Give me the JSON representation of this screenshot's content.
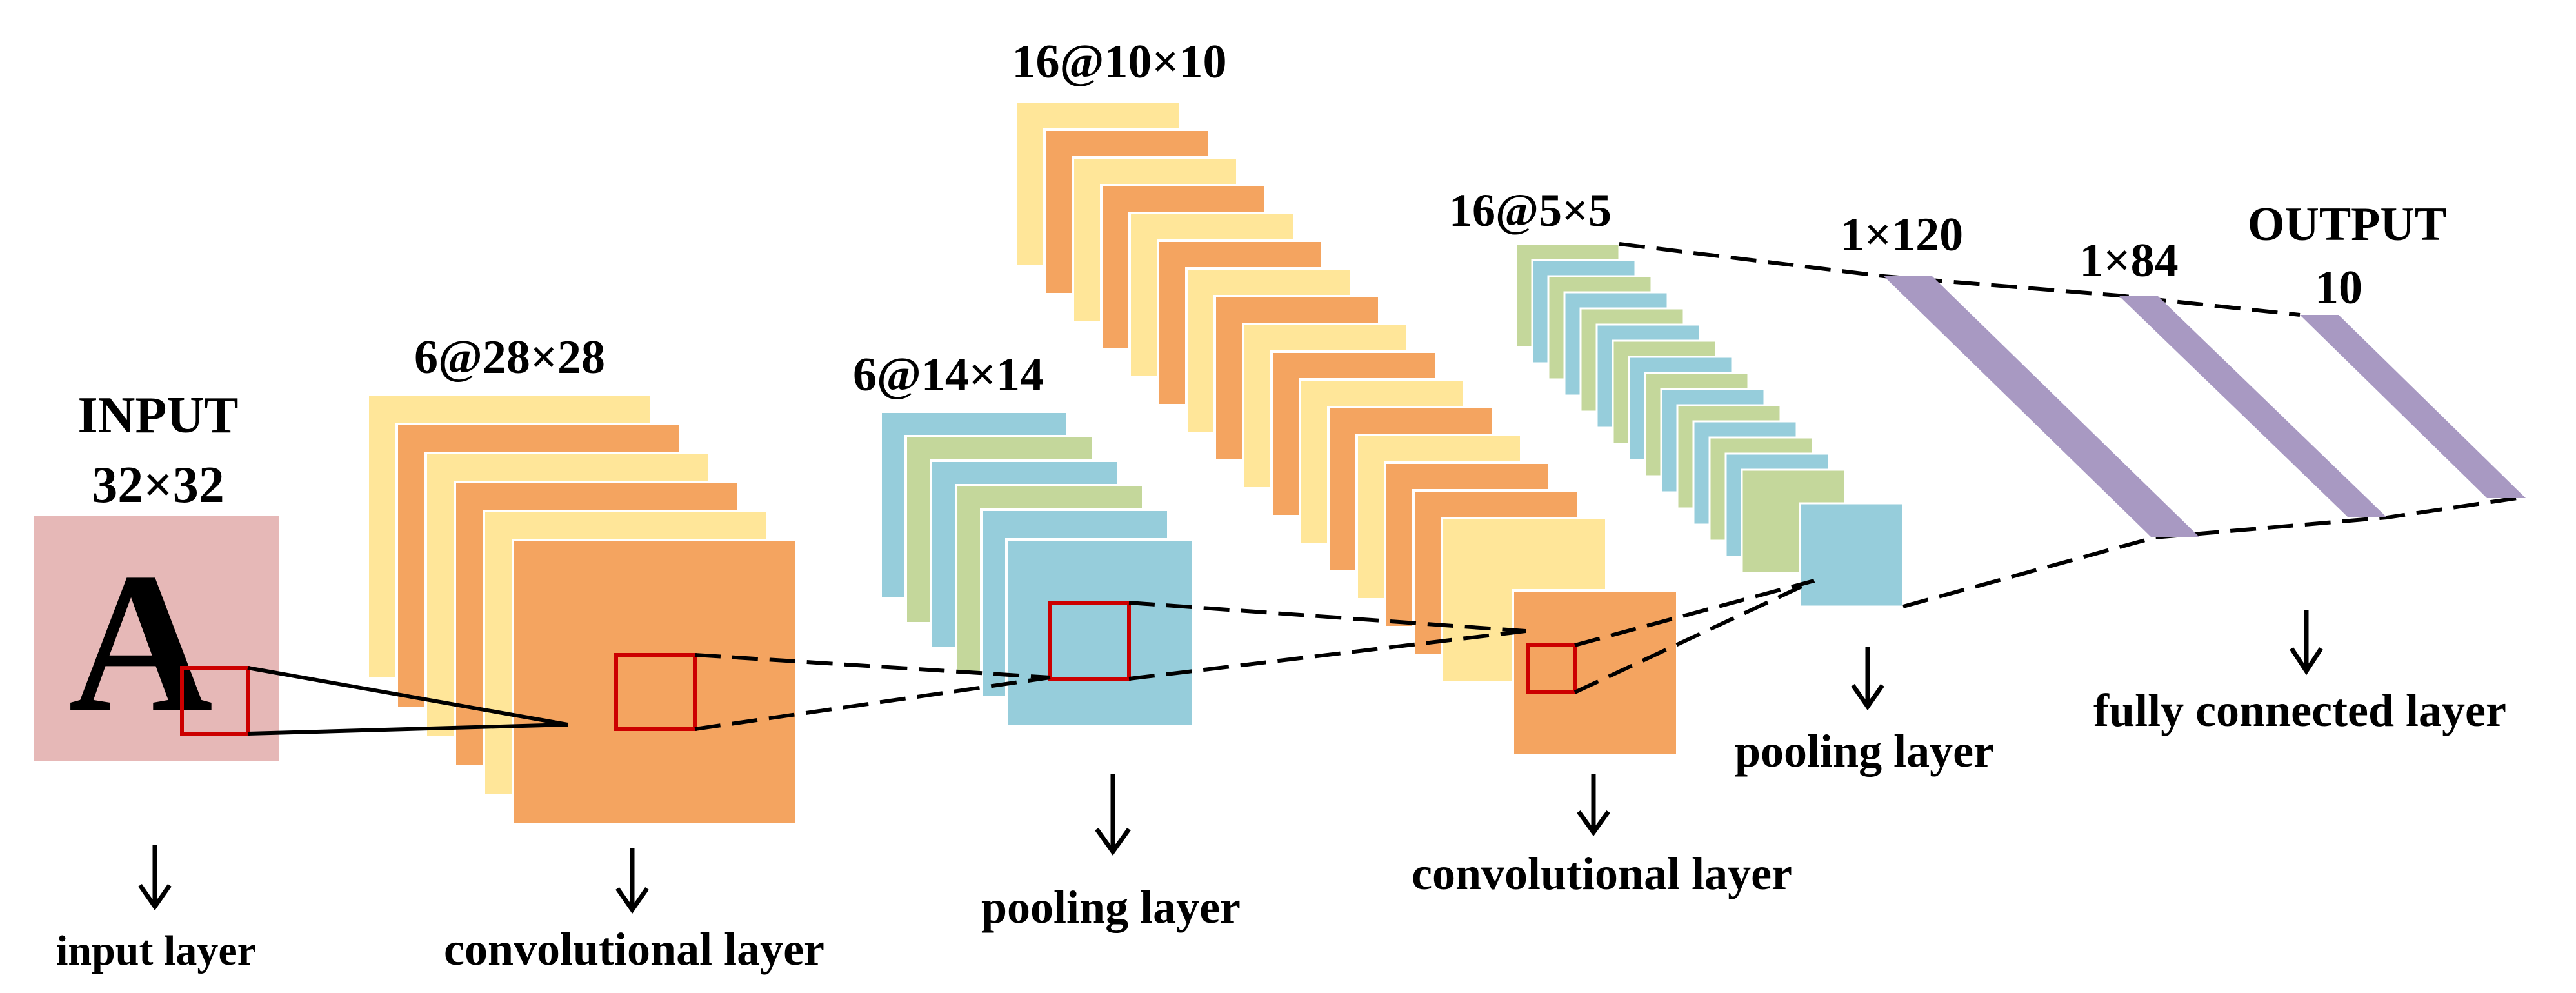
{
  "input": {
    "title": "INPUT",
    "size": "32×32",
    "glyph": "A",
    "layer_label": "input layer"
  },
  "conv1": {
    "dims": "6@28×28",
    "layer_label": "convolutional layer",
    "map_count": 6
  },
  "pool1": {
    "dims": "6@14×14",
    "layer_label": "pooling layer",
    "map_count": 6
  },
  "conv2": {
    "dims": "16@10×10",
    "layer_label": "convolutional layer",
    "map_count": 16
  },
  "pool2": {
    "dims": "16@5×5",
    "layer_label": "pooling layer",
    "map_count": 16
  },
  "fc": {
    "fc1": "1×120",
    "fc2": "1×84",
    "output_title": "OUTPUT",
    "output_size": "10",
    "layer_label": "fully connected layer"
  },
  "colors": {
    "input_bg": "#e6b8b7",
    "conv_light": "#ffe699",
    "conv_dark": "#f4a460",
    "pool_blue": "#96cddb",
    "pool_green": "#c4d79b",
    "fc_purple": "#a899c2",
    "kernel_red": "#cc0000"
  }
}
